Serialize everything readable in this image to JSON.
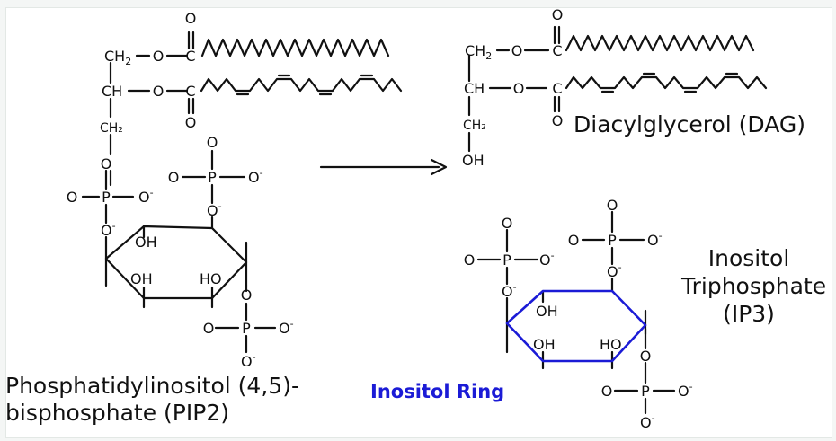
{
  "labels": {
    "pip2_line1": "Phosphatidylinositol (4,5)-",
    "pip2_line2": "bisphosphate (PIP2)",
    "dag": "Diacylglycerol (DAG)",
    "ip3_line1": "Inositol",
    "ip3_line2": "Triphosphate",
    "ip3_line3": "(IP3)",
    "ring": "Inositol Ring"
  },
  "atoms": {
    "O": "O",
    "O_minus": "O-",
    "P": "P",
    "C": "C",
    "CH": "CH",
    "CH2": "CH2",
    "OH": "OH",
    "HO": "HO"
  },
  "colors": {
    "ink": "#111111",
    "ring": "#1b1bd6",
    "ring_label": "#1b1bd6"
  }
}
